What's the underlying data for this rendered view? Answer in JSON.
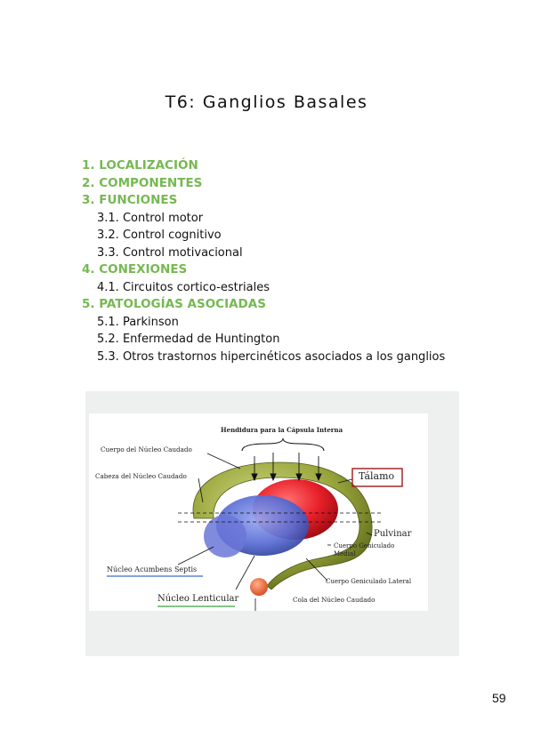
{
  "document": {
    "title": "T6: Ganglios Basales",
    "page_number": "59"
  },
  "toc": {
    "s1": "1. LOCALIZACIÓN",
    "s2": "2. COMPONENTES",
    "s3": "3. FUNCIONES",
    "s3_1": "3.1. Control motor",
    "s3_2": "3.2. Control cognitivo",
    "s3_3": "3.3. Control motivacional",
    "s4": "4. CONEXIONES",
    "s4_1": "4.1. Circuitos cortico-estriales",
    "s5": "5. PATOLOGÍAS ASOCIADAS",
    "s5_1": "5.1. Parkinson",
    "s5_2": "5.2. Enfermedad de Huntington",
    "s5_3": "5.3. Otros trastornos hipercinéticos asociados a los ganglios"
  },
  "figure": {
    "labels": {
      "hendidura": "Hendidura para la Cápsula Interna",
      "cuerpo_caudado": "Cuerpo del Núcleo Caudado",
      "cabeza_caudado": "Cabeza del Núcleo Caudado",
      "talamo": "Tálamo",
      "pulvinar": "Pulvinar",
      "geniculado_medial": "Cuerpo Geniculado Medial",
      "acumbens": "Núcleo Acumbens Septis",
      "geniculado_lateral": "Cuerpo Geniculado Lateral",
      "lenticular": "Núcleo Lenticular",
      "cola_caudado": "Cola del Núcleo Caudado"
    },
    "colors": {
      "caudate": "#8a9a2e",
      "thalamus": "#e8202a",
      "lenticular": "#5a6fd6",
      "amygdala": "#e85a3a",
      "talamo_box": "#9b1b1b",
      "acumbens_underline": "#3a6fc4",
      "lenticular_underline": "#3aa040"
    }
  },
  "accent_color": "#76b852"
}
